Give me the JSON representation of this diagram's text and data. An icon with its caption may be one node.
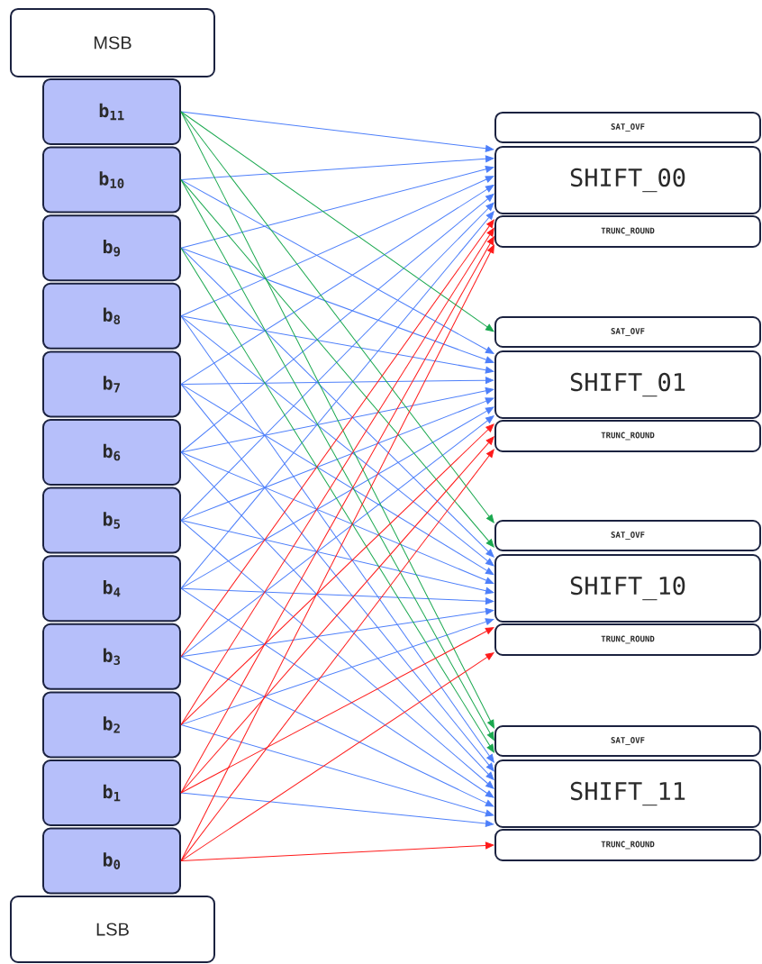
{
  "diagram": {
    "nodes": [
      {
        "text": [
          "MSB"
        ]
      },
      {
        "text": [
          "b$_{11}$"
        ]
      },
      {
        "text": [
          "b$_{10}$"
        ]
      },
      {
        "text": [
          "b$_{9}$"
        ]
      },
      {
        "text": [
          "b$_{8}$"
        ]
      },
      {
        "text": [
          "b$_{7}$"
        ]
      },
      {
        "text": [
          "b$_{6}$"
        ]
      },
      {
        "text": [
          "b$_{5}$"
        ]
      },
      {
        "text": [
          "b$_{4}$"
        ]
      },
      {
        "text": [
          "b$_{3}$"
        ]
      },
      {
        "text": [
          "b$_{2}$"
        ]
      },
      {
        "text": [
          "b$_{1}$"
        ]
      },
      {
        "text": [
          "b$_{0}$"
        ]
      },
      {
        "text": [
          "LSB"
        ]
      },
      {
        "text": [
          "SAT_OVF"
        ]
      },
      {
        "text": [
          "SHIFT_00"
        ]
      },
      {
        "text": [
          "TRUNC_ROUND"
        ]
      },
      {
        "text": [
          "SAT_OVF"
        ]
      },
      {
        "text": [
          "SHIFT_01"
        ]
      },
      {
        "text": [
          "TRUNC_ROUND"
        ]
      },
      {
        "text": [
          "SAT_OVF"
        ]
      },
      {
        "text": [
          "SHIFT_10"
        ]
      },
      {
        "text": [
          "TRUNC_ROUND"
        ]
      },
      {
        "text": [
          "SAT_OVF"
        ]
      },
      {
        "text": [
          "SHIFT_11"
        ]
      },
      {
        "text": [
          "TRUNC_ROUND"
        ]
      }
    ],
    "edges": [
      {
        "from": 1,
        "to": 15,
        "arrow": "to"
      },
      {
        "from": 2,
        "to": 15,
        "arrow": "to"
      },
      {
        "from": 3,
        "to": 15,
        "arrow": "to"
      },
      {
        "from": 4,
        "to": 15,
        "arrow": "to"
      },
      {
        "from": 5,
        "to": 15,
        "arrow": "to"
      },
      {
        "from": 6,
        "to": 15,
        "arrow": "to"
      },
      {
        "from": 7,
        "to": 15,
        "arrow": "to"
      },
      {
        "from": 8,
        "to": 15,
        "arrow": "to"
      },
      {
        "from": 2,
        "to": 18,
        "arrow": "to"
      },
      {
        "from": 3,
        "to": 18,
        "arrow": "to"
      },
      {
        "from": 4,
        "to": 18,
        "arrow": "to"
      },
      {
        "from": 5,
        "to": 18,
        "arrow": "to"
      },
      {
        "from": 6,
        "to": 18,
        "arrow": "to"
      },
      {
        "from": 7,
        "to": 18,
        "arrow": "to"
      },
      {
        "from": 8,
        "to": 18,
        "arrow": "to"
      },
      {
        "from": 9,
        "to": 18,
        "arrow": "to"
      },
      {
        "from": 3,
        "to": 21,
        "arrow": "to"
      },
      {
        "from": 4,
        "to": 21,
        "arrow": "to"
      },
      {
        "from": 5,
        "to": 21,
        "arrow": "to"
      },
      {
        "from": 6,
        "to": 21,
        "arrow": "to"
      },
      {
        "from": 7,
        "to": 21,
        "arrow": "to"
      },
      {
        "from": 8,
        "to": 21,
        "arrow": "to"
      },
      {
        "from": 9,
        "to": 21,
        "arrow": "to"
      },
      {
        "from": 10,
        "to": 21,
        "arrow": "to"
      },
      {
        "from": 4,
        "to": 24,
        "arrow": "to"
      },
      {
        "from": 5,
        "to": 24,
        "arrow": "to"
      },
      {
        "from": 6,
        "to": 24,
        "arrow": "to"
      },
      {
        "from": 7,
        "to": 24,
        "arrow": "to"
      },
      {
        "from": 8,
        "to": 24,
        "arrow": "to"
      },
      {
        "from": 9,
        "to": 24,
        "arrow": "to"
      },
      {
        "from": 10,
        "to": 24,
        "arrow": "to"
      },
      {
        "from": 11,
        "to": 24,
        "arrow": "to"
      },
      {
        "from": 1,
        "to": 17,
        "arrow": "to",
        "color": "#1aa84f"
      },
      {
        "from": 1,
        "to": 20,
        "arrow": "to",
        "color": "#1aa84f"
      },
      {
        "from": 2,
        "to": 20,
        "arrow": "to",
        "color": "#1aa84f"
      },
      {
        "from": 1,
        "to": 23,
        "arrow": "to",
        "color": "#1aa84f"
      },
      {
        "from": 2,
        "to": 23,
        "arrow": "to",
        "color": "#1aa84f"
      },
      {
        "from": 3,
        "to": 23,
        "arrow": "to",
        "color": "#1aa84f"
      },
      {
        "from": 9,
        "to": 16,
        "arrow": "to",
        "color": "#ff1a1a"
      },
      {
        "from": 10,
        "to": 16,
        "arrow": "to",
        "color": "#ff1a1a"
      },
      {
        "from": 11,
        "to": 16,
        "arrow": "to",
        "color": "#ff1a1a"
      },
      {
        "from": 12,
        "to": 16,
        "arrow": "to",
        "color": "#ff1a1a"
      },
      {
        "from": 10,
        "to": 19,
        "arrow": "to",
        "color": "#ff1a1a"
      },
      {
        "from": 11,
        "to": 19,
        "arrow": "to",
        "color": "#ff1a1a"
      },
      {
        "from": 12,
        "to": 19,
        "arrow": "to",
        "color": "#ff1a1a"
      },
      {
        "from": 11,
        "to": 22,
        "arrow": "to",
        "color": "#ff1a1a"
      },
      {
        "from": 12,
        "to": 22,
        "arrow": "to",
        "color": "#ff1a1a"
      },
      {
        "from": 12,
        "to": 25,
        "arrow": "to",
        "color": "#ff1a1a"
      }
    ]
  }
}
